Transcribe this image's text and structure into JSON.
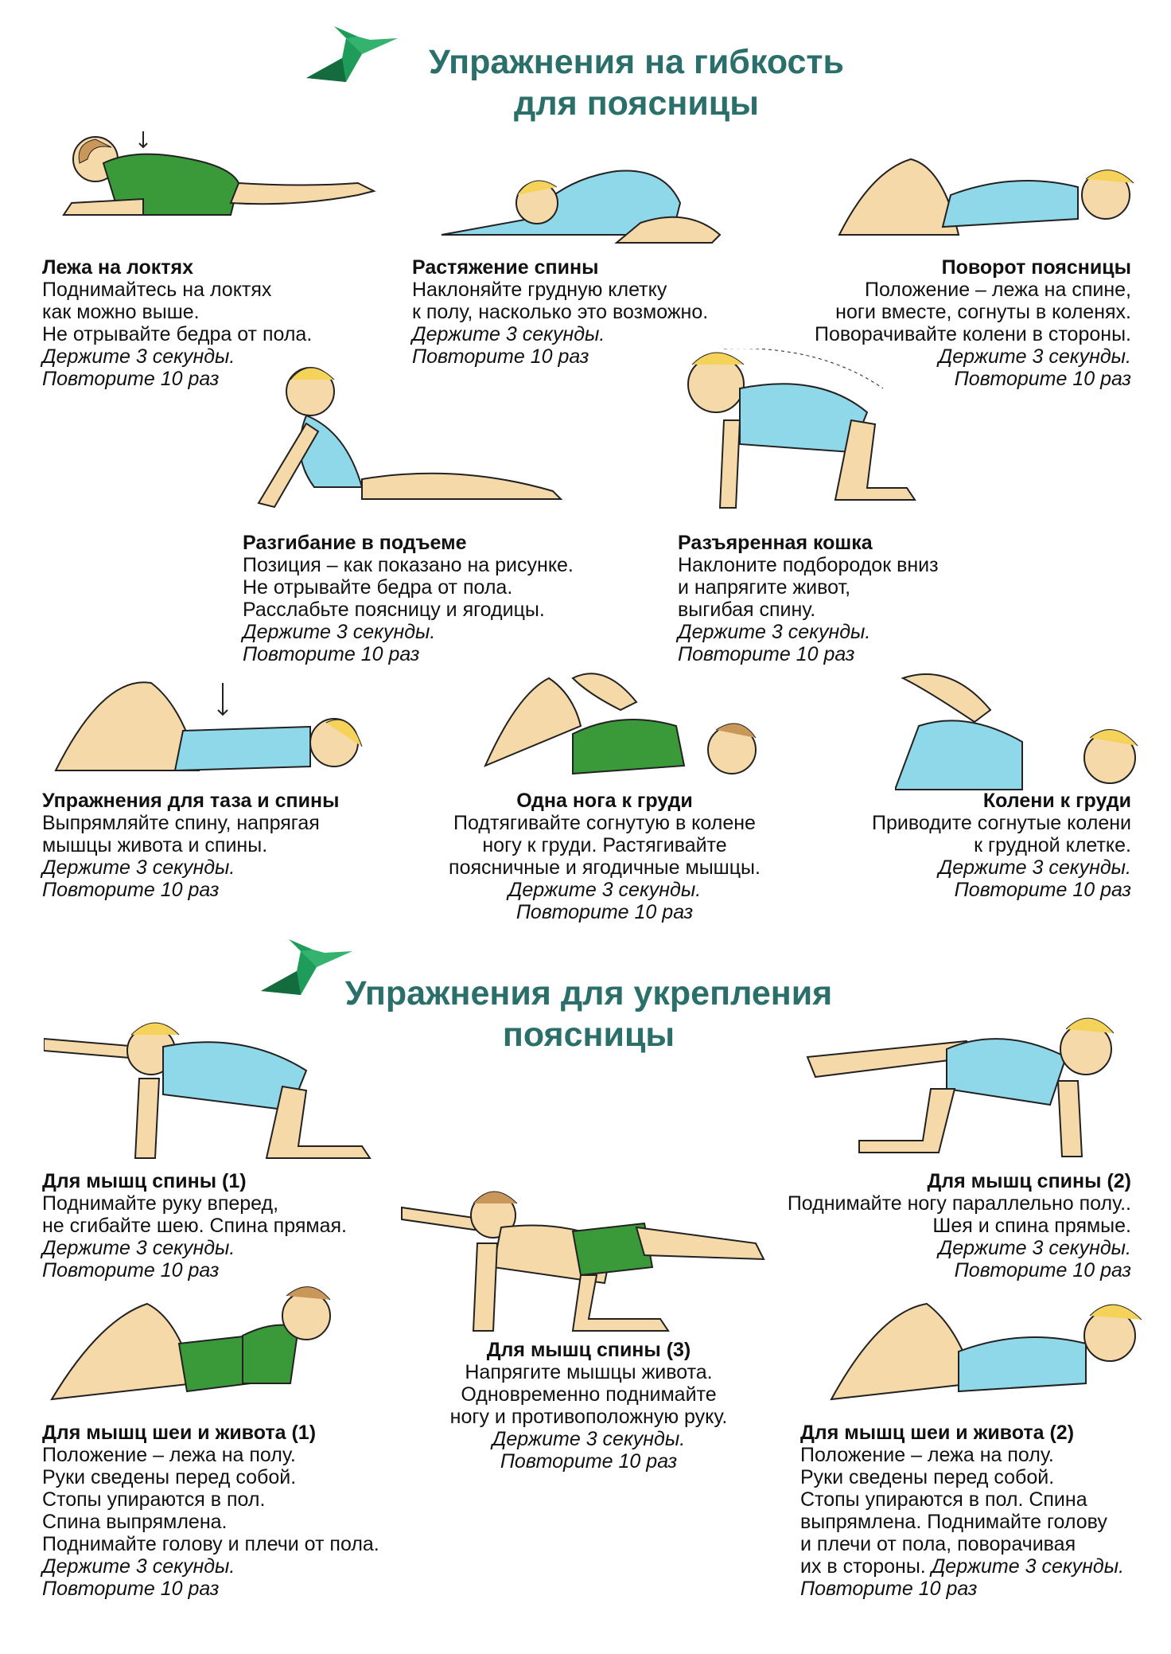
{
  "section1": {
    "title_line1": "Упражнения на гибкость",
    "title_line2": "для поясницы",
    "exercises": [
      {
        "title": "Лежа на локтях",
        "lines": [
          "Поднимайтесь на локтях",
          "как можно выше.",
          "Не отрывайте бедра от пола."
        ],
        "hold": "Держите 3 секунды.",
        "repeat": "Повторите 10 раз"
      },
      {
        "title": "Растяжение спины",
        "lines": [
          "Наклоняйте грудную клетку",
          "к полу, насколько это возможно."
        ],
        "hold": "Держите 3 секунды.",
        "repeat": "Повторите 10 раз"
      },
      {
        "title": "Поворот поясницы",
        "lines": [
          "Положение – лежа на спине,",
          "ноги вместе, согнуты в коленях.",
          "Поворачивайте колени в стороны."
        ],
        "hold": "Держите 3 секунды.",
        "repeat": "Повторите 10 раз"
      },
      {
        "title": "Разгибание в подъеме",
        "lines": [
          "Позиция – как показано на рисунке.",
          "Не отрывайте бедра от пола.",
          "Расслабьте поясницу и ягодицы."
        ],
        "hold": "Держите 3 секунды.",
        "repeat": "Повторите 10 раз"
      },
      {
        "title": "Разъяренная кошка",
        "lines": [
          "Наклоните подбородок вниз",
          "и напрягите живот,",
          "выгибая спину."
        ],
        "hold": "Держите 3 секунды.",
        "repeat": "Повторите 10 раз"
      },
      {
        "title": "Упражнения для таза и спины",
        "lines": [
          "Выпрямляйте спину, напрягая",
          "мышцы живота и спины."
        ],
        "hold": "Держите 3 секунды.",
        "repeat": "Повторите 10 раз"
      },
      {
        "title": "Одна нога к груди",
        "lines": [
          "Подтягивайте согнутую в колене",
          "ногу к груди. Растягивайте",
          "поясничные и ягодичные мышцы."
        ],
        "hold": "Держите 3 секунды.",
        "repeat": "Повторите 10 раз"
      },
      {
        "title": "Колени к груди",
        "lines": [
          "Приводите согнутые колени",
          "к грудной клетке."
        ],
        "hold": "Держите 3 секунды.",
        "repeat": "Повторите 10 раз"
      }
    ]
  },
  "section2": {
    "title_line1": "Упражнения для укрепления",
    "title_line2": "поясницы",
    "exercises": [
      {
        "title": "Для мышц спины (1)",
        "lines": [
          "Поднимайте руку вперед,",
          "не сгибайте шею. Спина прямая."
        ],
        "hold": "Держите 3 секунды.",
        "repeat": "Повторите 10 раз"
      },
      {
        "title": "Для мышц спины (2)",
        "lines": [
          "Поднимайте ногу параллельно полу..",
          "Шея и спина прямые."
        ],
        "hold": "Держите 3 секунды.",
        "repeat": "Повторите 10 раз"
      },
      {
        "title": "Для мышц спины (3)",
        "lines": [
          "Напрягите мышцы живота.",
          "Одновременно поднимайте",
          "ногу и противоположную руку."
        ],
        "hold": "Держите 3 секунды.",
        "repeat": "Повторите 10 раз"
      },
      {
        "title": "Для мышц шеи и живота (1)",
        "lines": [
          "Положение – лежа на полу.",
          "Руки сведены перед собой.",
          "Стопы упираются в пол.",
          "Спина выпрямлена.",
          "Поднимайте голову и плечи от пола."
        ],
        "hold": "Держите 3 секунды.",
        "repeat": "Повторите 10 раз"
      },
      {
        "title": "Для мышц шеи и живота (2)",
        "lines": [
          "Положение – лежа на полу.",
          "Руки сведены перед собой.",
          "Стопы упираются в пол. Спина",
          "выпрямлена. Поднимайте голову",
          "и плечи от пола, поворачивая"
        ],
        "last_prefix": "их в стороны.",
        "hold": "Держите 3 секунды.",
        "repeat": "Повторите 10 раз"
      }
    ]
  },
  "colors": {
    "title": "#2b6f6b",
    "logo": "#1f9b5a",
    "skin": "#f6d9a8",
    "suit": "#8fd8ea",
    "shorts": "#3a9a3a",
    "hair": "#f5d25a"
  }
}
